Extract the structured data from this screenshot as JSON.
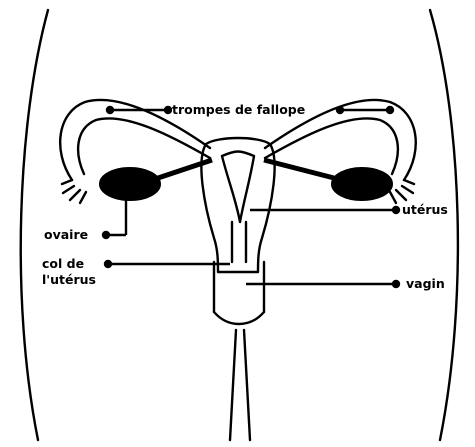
{
  "diagram": {
    "labels": {
      "fallopian_tubes": "trompes de fallope",
      "ovary": "ovaire",
      "cervix_line1": "col de",
      "cervix_line2": "l'utérus",
      "uterus": "utérus",
      "vagina": "vagin"
    }
  }
}
